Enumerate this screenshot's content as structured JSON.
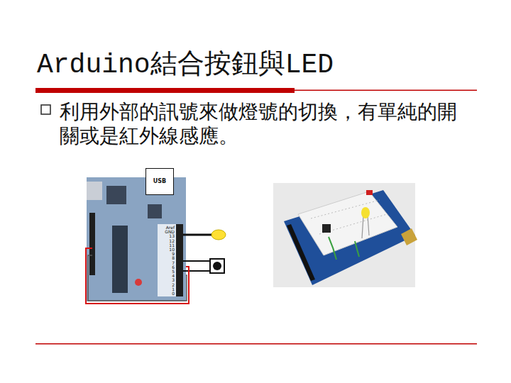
{
  "diagram": {
    "title": "Arduino結合按鈕與LED",
    "nodes": [
      {
        "text": [
          "USB"
        ]
      }
    ],
    "labels": [
      "利用外部的訊號來做燈號的切換，有單純的開關或是紅外線感應。",
      "Aref",
      "GND",
      "13",
      "12",
      "11",
      "10",
      "9",
      "8",
      "7",
      "6",
      "5",
      "4",
      "3",
      "2",
      "1",
      "0"
    ]
  }
}
